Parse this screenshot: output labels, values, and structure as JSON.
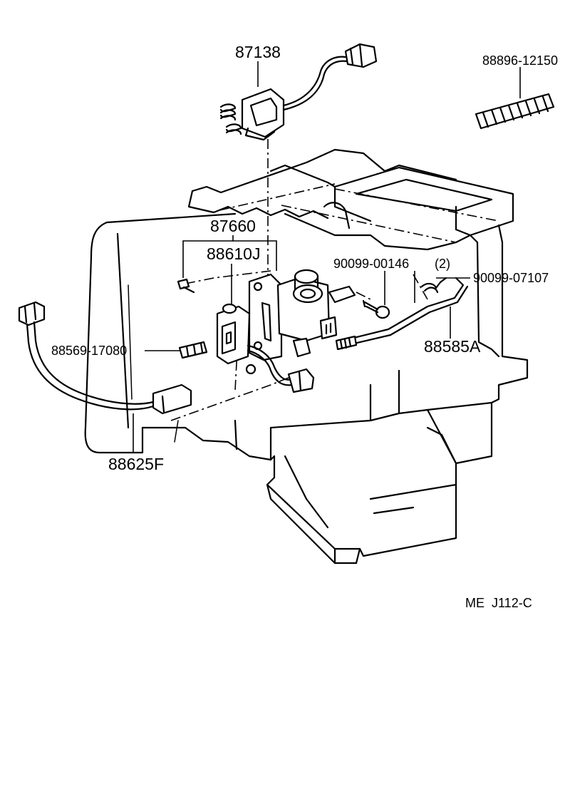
{
  "labels": {
    "p87138": "87138",
    "p88896": "88896-12150",
    "p87660": "87660",
    "p88610J": "88610J",
    "p90099_00146": "90099-00146",
    "p90099_00146_qty": "(2)",
    "p90099_07107": "90099-07107",
    "p88585A": "88585A",
    "p88569": "88569-17080",
    "p88625F": "88625F",
    "diagram_code": "ME  J112-C"
  }
}
